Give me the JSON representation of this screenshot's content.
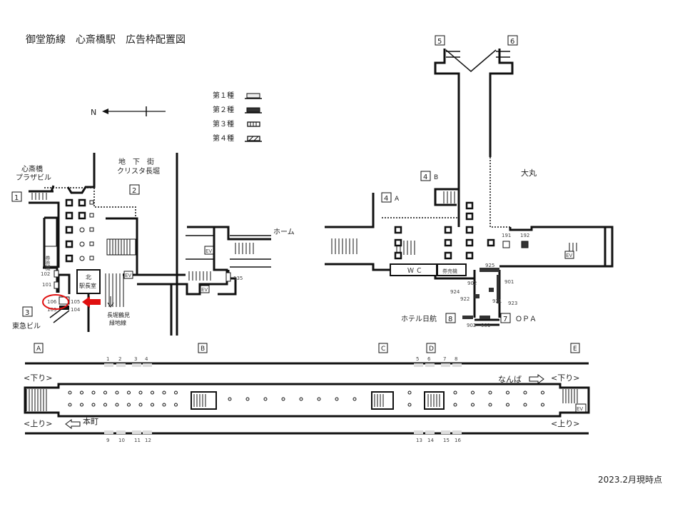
{
  "title": "御堂筋線　心斎橋駅　広告枠配置図",
  "date_note": "2023.2月現時点",
  "compass": {
    "label": "N"
  },
  "legend": [
    {
      "label": "第１種",
      "color": "#e6e6e6"
    },
    {
      "label": "第２種",
      "color": "#333333"
    },
    {
      "label": "第３種",
      "color": "#ffffff"
    },
    {
      "label": "第４種",
      "color": "#ffffff"
    }
  ],
  "exits": {
    "e1": "1",
    "e2": "2",
    "e3": "3",
    "e4a": "4",
    "e4a_suffix": "A",
    "e4b": "4",
    "e4b_suffix": "B",
    "e5": "5",
    "e6": "6",
    "e7": "7",
    "e8": "8"
  },
  "labels": {
    "shinsaibashi_plaza": [
      "心斎橋",
      "プラザビル"
    ],
    "underground_mall": [
      "地　下　街",
      "クリスタ長堀"
    ],
    "home": "ホーム",
    "tokyu": "東急ビル",
    "station_office": [
      "北",
      "駅長室"
    ],
    "nagahori": [
      "長堀鶴見",
      "緑地線"
    ],
    "daimaru": "大丸",
    "wc": "Ｗ Ｃ",
    "ticket": "券売機",
    "hotel": "ホテル日航",
    "opa": "ＯＰＡ",
    "ev": "EV",
    "down": "<下り>",
    "up": "<上り>",
    "namba": "なんば",
    "honmachi": "本町"
  },
  "ad_codes": {
    "c101": "101",
    "c102": "102",
    "c103": "103",
    "c104": "104",
    "c105": "105",
    "c106": "106",
    "c135": "135",
    "c191": "191",
    "c192": "192",
    "c901": "901",
    "c902": "902",
    "c921": "921",
    "c922": "922",
    "c923": "923",
    "c924": "924",
    "c925": "925",
    "b902": "902",
    "b901": "901"
  },
  "platform": {
    "cars": [
      "A",
      "B",
      "C",
      "D",
      "E"
    ],
    "top_ads": [
      "1",
      "2",
      "3",
      "4",
      "5",
      "6",
      "7",
      "8"
    ],
    "bottom_ads": [
      "9",
      "10",
      "11",
      "12",
      "13",
      "14",
      "15",
      "16"
    ]
  },
  "highlight_color": "#e01010"
}
